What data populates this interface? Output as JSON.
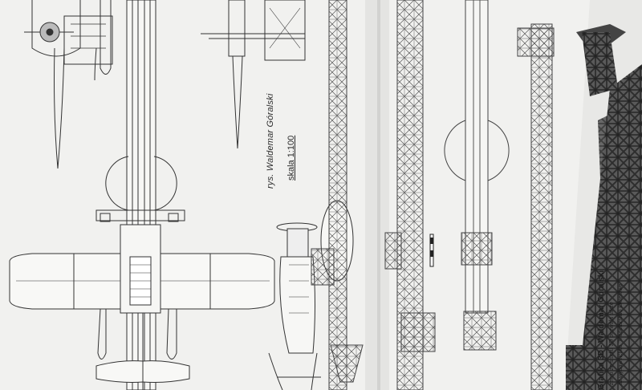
{
  "labels": {
    "author": "rys. Waldemar Góralski",
    "scale": "skala 1:100"
  },
  "credits": {
    "title": "Grafika 3D - Waldemar Góralski",
    "line1": "...zeniu ze studiu 3D pozwala także",
    "line2": "...az wydawnictwo \"Modelarstwo Okrętowe\"."
  },
  "colors": {
    "paper": "#f1f1ef",
    "ink": "#2a2a2a",
    "render": "#3a3a3a"
  }
}
